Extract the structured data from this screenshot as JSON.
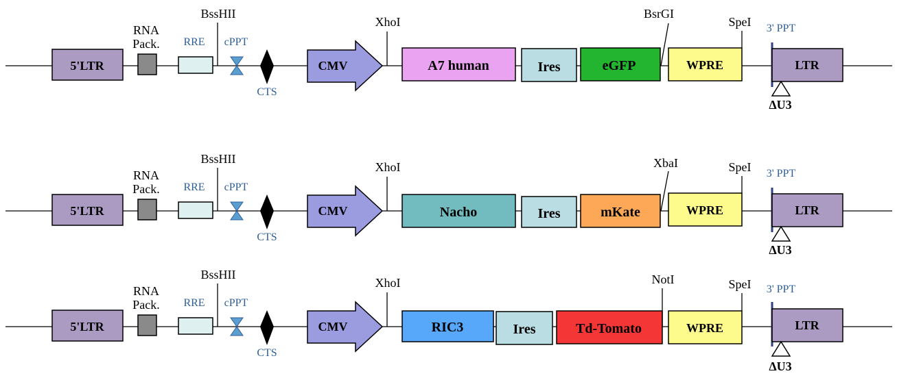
{
  "colors": {
    "ltr": "#ab9bc3",
    "rna_pack": "#8a8a8a",
    "rre": "#dff0f0",
    "cppt": "#5b9fd1",
    "cmv": "#9b9be0",
    "ires": "#b9dde3",
    "wpre": "#fdfb8c",
    "ppt_marker": "#2f3f7f",
    "a7_human": "#e9a3f0",
    "egfp": "#23b52f",
    "nacho": "#72bcc0",
    "mkate": "#fda857",
    "ric3": "#57a8fb",
    "td_tomato": "#f53636"
  },
  "constructs": [
    {
      "five_ltr": "5'LTR",
      "rna_pack_line1": "RNA",
      "rna_pack_line2": "Pack.",
      "rre": "RRE",
      "bsshii": "BssHII",
      "cppt": "cPPT",
      "cts": "CTS",
      "cmv": "CMV",
      "xhoi": "XhoI",
      "gene": "A7 human",
      "ires": "Ires",
      "reporter": "eGFP",
      "site": "BsrGI",
      "wpre": "WPRE",
      "spei": "SpeI",
      "ppt": "3' PPT",
      "ltr": "LTR",
      "du3": "ΔU3"
    },
    {
      "five_ltr": "5'LTR",
      "rna_pack_line1": "RNA",
      "rna_pack_line2": "Pack.",
      "rre": "RRE",
      "bsshii": "BssHII",
      "cppt": "cPPT",
      "cts": "CTS",
      "cmv": "CMV",
      "xhoi": "XhoI",
      "gene": "Nacho",
      "ires": "Ires",
      "reporter": "mKate",
      "site": "XbaI",
      "wpre": "WPRE",
      "spei": "SpeI",
      "ppt": "3' PPT",
      "ltr": "LTR",
      "du3": "ΔU3"
    },
    {
      "five_ltr": "5'LTR",
      "rna_pack_line1": "RNA",
      "rna_pack_line2": "Pack.",
      "rre": "RRE",
      "bsshii": "BssHII",
      "cppt": "cPPT",
      "cts": "CTS",
      "cmv": "CMV",
      "xhoi": "XhoI",
      "gene": "RIC3",
      "ires": "Ires",
      "reporter": "Td-Tomato",
      "site": "NotI",
      "wpre": "WPRE",
      "spei": "SpeI",
      "ppt": "3' PPT",
      "ltr": "LTR",
      "du3": "ΔU3"
    }
  ]
}
